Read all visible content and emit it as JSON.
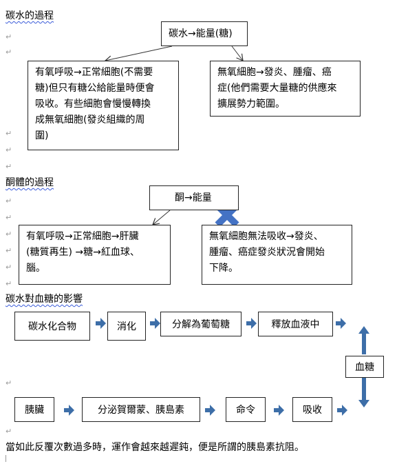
{
  "section1": {
    "heading": "碳水的過程",
    "top_box": "碳水→能量(糖)",
    "left_box": [
      "有氧呼吸→正常細胞(不需要",
      "糖)但只有糖公給能量時便會",
      "吸收。有些細胞會慢慢轉換",
      "成無氧細胞(發炎組織的周",
      "圍)"
    ],
    "right_box": [
      "無氧細胞→發炎、腫瘤、癌",
      "症(他們需要大量糖的供應來",
      "擴展勢力範圍。"
    ]
  },
  "section2": {
    "heading": "酮體的過程",
    "top_box": "酮→能量",
    "left_box": [
      "有氧呼吸→正常細胞→肝臟",
      "(糖質再生)  →糖→紅血球、",
      "腦。"
    ],
    "right_box": [
      "無氧細胞無法吸收→發炎、",
      "腫瘤、癌症發炎狀況會開始",
      "下降。"
    ]
  },
  "section3": {
    "heading": "碳水對血糖的影響",
    "row1": [
      "碳水化合物",
      "消化",
      "分解為葡萄糖",
      "釋放血液中"
    ],
    "side": "血糖",
    "row2": [
      "胰臟",
      "分泌賀爾蒙、胰島素",
      "命令",
      "吸收"
    ]
  },
  "conclusion": "當如此反覆次數過多時，運作會越來越遲鈍，便是所謂的胰島素抗阻。",
  "mark": "↵",
  "colors": {
    "arrow": "#3d6ea8",
    "x_mark": "#4472c4",
    "underline": "#3a5bd9",
    "para_mark": "#9a9a9a"
  }
}
